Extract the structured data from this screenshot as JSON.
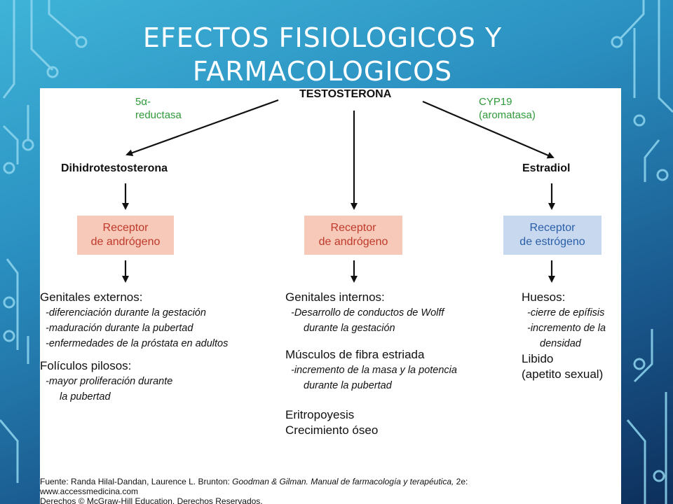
{
  "slide": {
    "title_line1": "EFECTOS FISIOLOGICOS Y",
    "title_line2": "FARMACOLOGICOS"
  },
  "diagram": {
    "top": "TESTOSTERONA",
    "enzyme_left": {
      "line1": "5α-",
      "line2": "reductasa"
    },
    "enzyme_right": {
      "line1": "CYP19",
      "line2": "(aromatasa)"
    },
    "left_product": "Dihidrotestosterona",
    "right_product": "Estradiol",
    "receptor_left": {
      "line1": "Receptor",
      "line2": "de andrógeno"
    },
    "receptor_center": {
      "line1": "Receptor",
      "line2": "de andrógeno"
    },
    "receptor_right": {
      "line1": "Receptor",
      "line2": "de estrógeno"
    },
    "left_effects": {
      "head1": "Genitales externos:",
      "items1": [
        "-diferenciación durante la gestación",
        "-maduración durante la pubertad",
        "-enfermedades de la próstata en adultos"
      ],
      "head2": "Folículos pilosos:",
      "items2": [
        "-mayor proliferación durante",
        "la pubertad"
      ]
    },
    "center_effects": {
      "head1": "Genitales internos:",
      "items1": [
        "-Desarrollo de conductos de Wolff",
        "durante la gestación"
      ],
      "head2": "Músculos de fibra estriada",
      "items2": [
        "-incremento de la masa y la potencia",
        "durante la pubertad"
      ],
      "head3": "Eritropoyesis",
      "head4": "Crecimiento óseo"
    },
    "right_effects": {
      "head1": "Huesos:",
      "items1": [
        "-cierre de epífisis",
        "-incremento de la",
        "densidad"
      ],
      "head2": "Libido",
      "head3": "(apetito sexual)"
    }
  },
  "source": {
    "prefix": "Fuente: Randa Hilal-Dandan, Laurence L. Brunton: ",
    "book": "Goodman & Gilman. Manual de farmacología y terapéutica,",
    "suffix": " 2e:",
    "url": "www.accessmedicina.com",
    "rights": "Derechos © McGraw-Hill Education. Derechos Reservados."
  },
  "colors": {
    "enzyme_text": "#2f9a3a",
    "androgen_box": "#f6c9b9",
    "estrogen_box": "#c8d9ef",
    "circuit_lines": "#8fd6ef"
  }
}
